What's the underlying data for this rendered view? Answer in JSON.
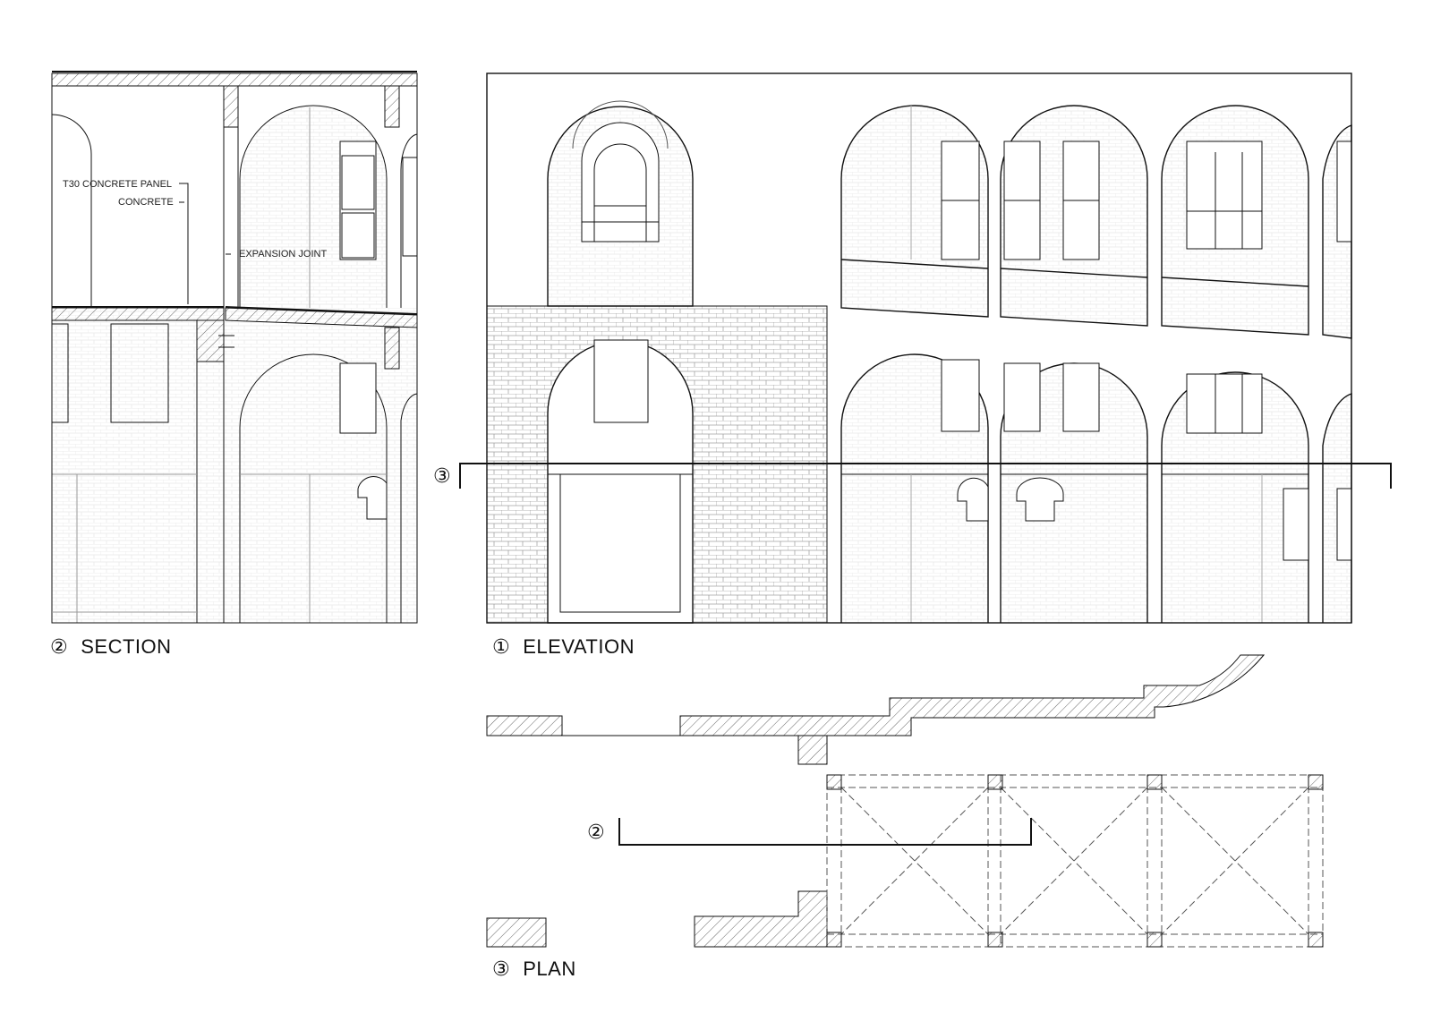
{
  "captions": {
    "section": {
      "num": "②",
      "label": "SECTION"
    },
    "elevation": {
      "num": "①",
      "label": "ELEVATION"
    },
    "plan": {
      "num": "③",
      "label": "PLAN"
    }
  },
  "section_notes": {
    "panel": "T30 CONCRETE PANEL",
    "concrete": "CONCRETE",
    "joint": "EXPANSION JOINT"
  },
  "cut_markers": {
    "elevation_cut": "③",
    "plan_cut": "②"
  }
}
